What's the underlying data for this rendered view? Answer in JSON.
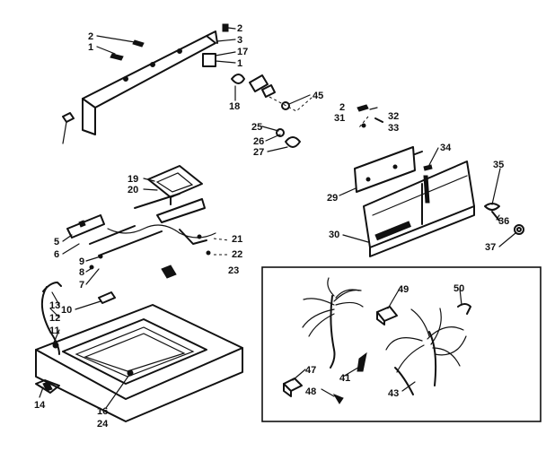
{
  "callouts": [
    "2",
    "1",
    "2",
    "3",
    "17",
    "1",
    "18",
    "45",
    "2",
    "31",
    "32",
    "33",
    "25",
    "26",
    "27",
    "34",
    "35",
    "19",
    "20",
    "29",
    "36",
    "30",
    "37",
    "5",
    "6",
    "21",
    "22",
    "23",
    "9",
    "8",
    "7",
    "13",
    "12",
    "11",
    "10",
    "14",
    "16",
    "24",
    "49",
    "50",
    "47",
    "48",
    "41",
    "43"
  ]
}
